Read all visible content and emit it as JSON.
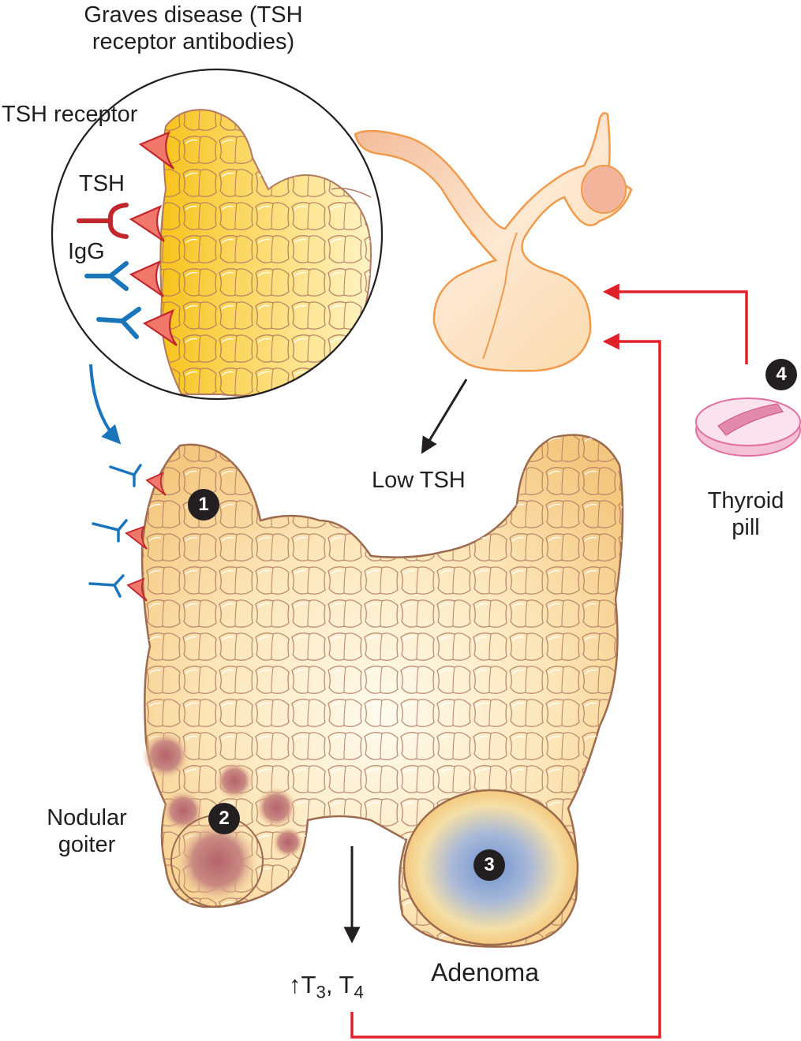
{
  "labels": {
    "graves_line1": "Graves disease (TSH",
    "graves_line2": "receptor antibodies)",
    "tsh_receptor": "TSH receptor",
    "tsh": "TSH",
    "igg": "IgG",
    "low_tsh": "Low TSH",
    "thyroid_pill_line1": "Thyroid",
    "thyroid_pill_line2": "pill",
    "nodular_line1": "Nodular",
    "nodular_line2": "goiter",
    "adenoma": "Adenoma",
    "t_arrow": "↑",
    "t3_letter": "T",
    "t3_sub": "3",
    "t_sep": ", ",
    "t4_letter": "T",
    "t4_sub": "4"
  },
  "markers": {
    "m1": "1",
    "m2": "2",
    "m3": "3",
    "m4": "4"
  },
  "colors": {
    "thyroid_fill": "#f9d99a",
    "thyroid_outline": "#9c6b4e",
    "pituitary": "#f3a76a",
    "feedback_arrow": "#e0202a",
    "antibody": "#1b75bb",
    "tsh_molecule": "#c1272d",
    "receptor": "#f0776a",
    "adenoma_center": "#7f9fd2",
    "nodule": "#b5636b",
    "pill": "#e58fb4"
  },
  "icons": [
    "tsh-receptor-icon",
    "tsh-molecule-icon",
    "igg-antibody-icon",
    "thyroid-pill-icon",
    "thyroid-gland",
    "pituitary-gland"
  ]
}
